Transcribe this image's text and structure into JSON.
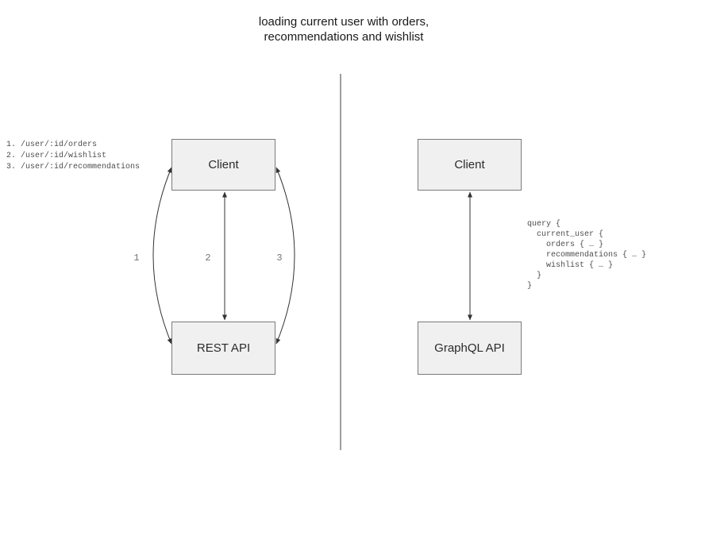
{
  "title": {
    "line1": "loading current user with orders,",
    "line2": "recommendations and wishlist"
  },
  "colors": {
    "box_fill": "#f0f0f0",
    "box_border": "#7b7b7b",
    "connector": "#333333",
    "divider": "#7f7f7f",
    "code_text": "#4d4d4d",
    "connector_label_text": "#757575",
    "title_text": "#1a1a1a"
  },
  "left_diagram": {
    "endpoints_list": "1. /user/:id/orders\n2. /user/:id/wishlist\n3. /user/:id/recommendations",
    "client_box_label": "Client",
    "api_box_label": "REST API",
    "connector_labels": [
      "1",
      "2",
      "3"
    ]
  },
  "right_diagram": {
    "client_box_label": "Client",
    "api_box_label": "GraphQL API",
    "query_code": "query {\n  current_user {\n    orders { … }\n    recommendations { … }\n    wishlist { … }\n  }\n}"
  }
}
